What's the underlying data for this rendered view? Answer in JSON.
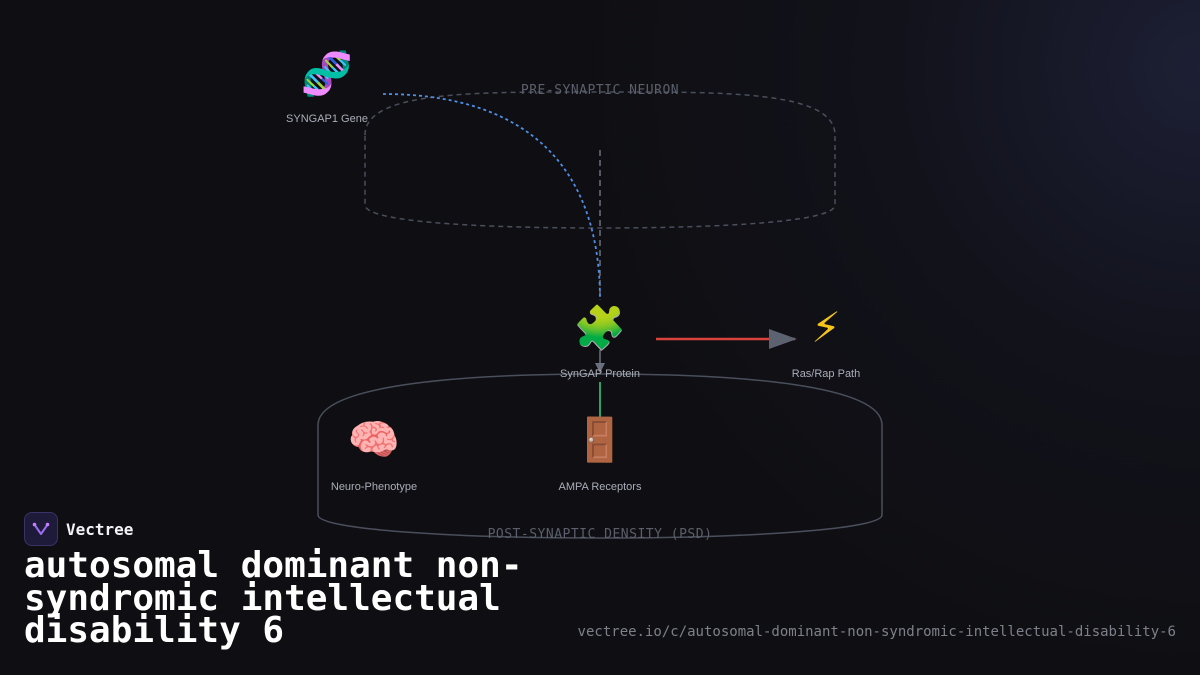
{
  "diagram": {
    "zones": {
      "pre": "PRE-SYNAPTIC NEURON",
      "post": "POST-SYNAPTIC DENSITY (PSD)"
    },
    "nodes": {
      "gene": {
        "icon": "🧬",
        "icon_name": "dna-icon",
        "label": "SYNGAP1 Gene"
      },
      "protein": {
        "icon": "🧩",
        "icon_name": "puzzle-icon",
        "label": "SynGAP Protein"
      },
      "ras": {
        "icon": "⚡",
        "icon_name": "lightning-icon",
        "label": "Ras/Rap Path"
      },
      "brain": {
        "icon": "🧠",
        "icon_name": "brain-icon",
        "label": "Neuro-Phenotype"
      },
      "ampa": {
        "icon": "🚪",
        "icon_name": "door-icon",
        "label": "AMPA Receptors"
      }
    },
    "colors": {
      "gene_edge": "#4f8fe8",
      "inhibit_edge": "#d9433c",
      "ampa_edge": "#2bb573",
      "zone_stroke": "#4a4f5c"
    }
  },
  "brand": {
    "name": "Vectree"
  },
  "title": "autosomal dominant non-syndromic intellectual disability 6",
  "url": "vectree.io/c/autosomal-dominant-non-syndromic-intellectual-disability-6"
}
